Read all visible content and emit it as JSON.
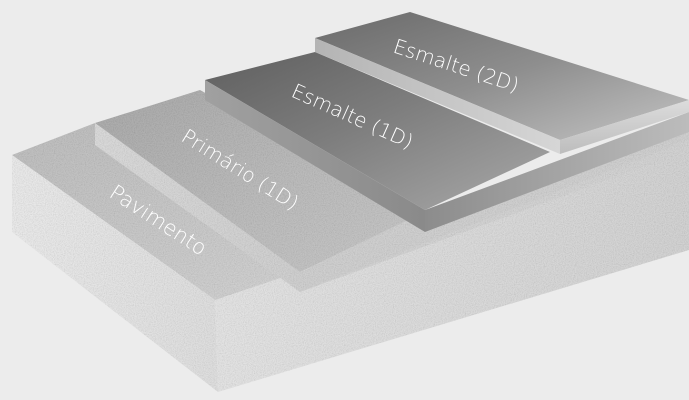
{
  "diagram": {
    "layers": [
      {
        "id": "pavimento",
        "label": "Pavimento"
      },
      {
        "id": "primario",
        "label": "Primário (1D)"
      },
      {
        "id": "esmalte-1d",
        "label": "Esmalte (1D)"
      },
      {
        "id": "esmalte-2d",
        "label": "Esmalte (2D)"
      }
    ]
  },
  "colors": {
    "background": "#ececec",
    "pavimento_top": "#c6c6c6",
    "primario_top": "#b3b3b3",
    "esmalte_1d_top": "#7a7a7a",
    "esmalte_2d_top": "#8f8f8f",
    "label_text": "#ffffff"
  }
}
